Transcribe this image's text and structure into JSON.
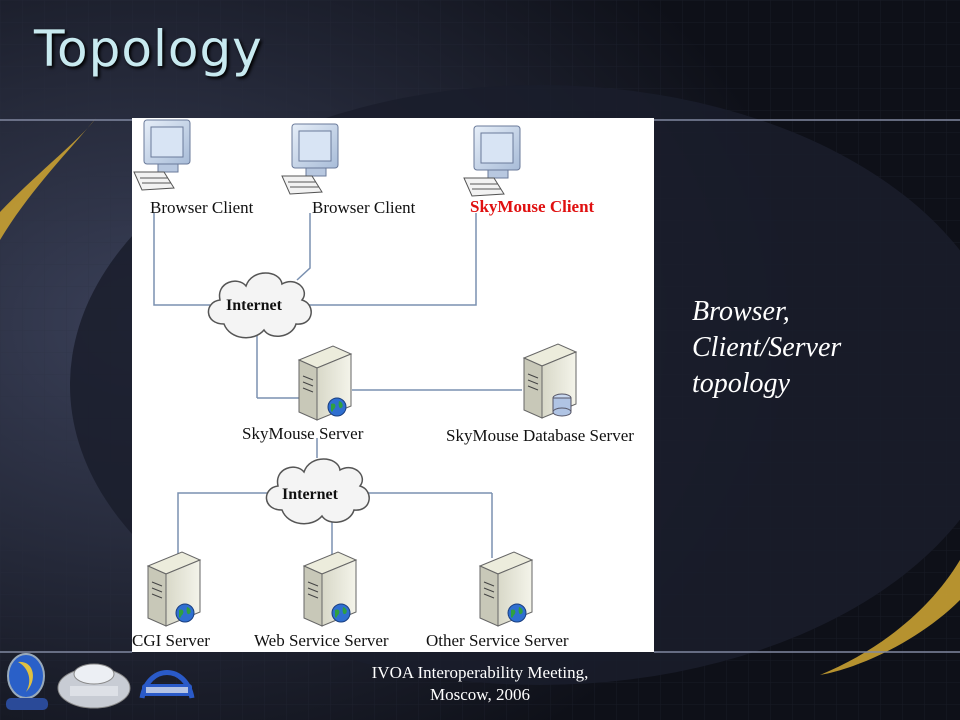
{
  "slide": {
    "title": "Topology",
    "side_text": [
      "Browser,",
      "Client/Server",
      "topology"
    ],
    "footer": [
      "IVOA Interoperability Meeting,",
      "Moscow, 2006"
    ]
  },
  "diagram": {
    "clients": {
      "browser_1": "Browser Client",
      "browser_2": "Browser Client",
      "skymouse": "SkyMouse Client"
    },
    "clouds": {
      "top": "Internet",
      "bottom": "Internet"
    },
    "servers": {
      "skymouse_server": "SkyMouse Server",
      "database_server": "SkyMouse Database Server",
      "cgi": "CGI Server",
      "web_service": "Web Service Server",
      "other_service": "Other Service Server"
    }
  },
  "logos": {
    "logo_1": "OBIS-YO",
    "logo_2": "IVOA",
    "logo_3": "NAOC"
  },
  "colors": {
    "title": "#c8eaf0",
    "highlight_label": "#e01010",
    "accent_gold": "#c9a132"
  }
}
